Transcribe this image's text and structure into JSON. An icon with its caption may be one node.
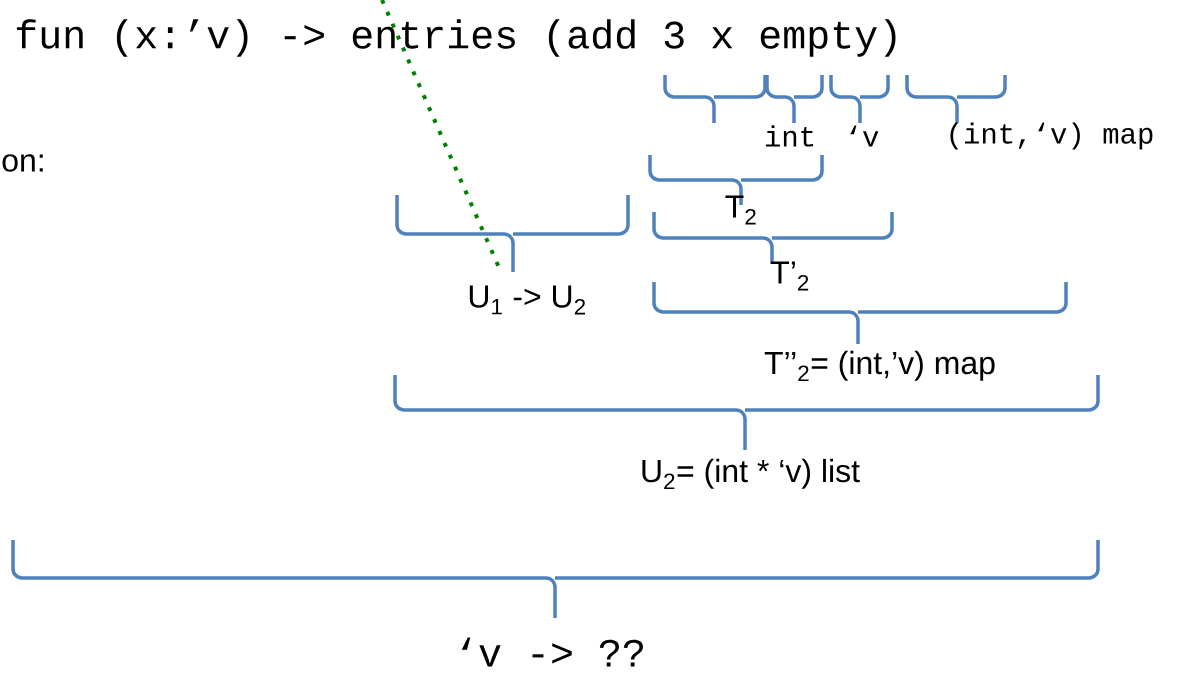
{
  "diagram": {
    "labels": [
      "fun (x:’v) -> entries (add 3 x empty)",
      "on:",
      "int",
      "‘v",
      "(int,‘v) map",
      "T$_{2}$",
      "T’$_{2}$",
      "U$_{1}$ -> U$_{2}$",
      "T’’$_{2}$= (int,’v) map",
      "U$_{2}$= (int * ‘v) list",
      "‘v -> ??"
    ]
  }
}
